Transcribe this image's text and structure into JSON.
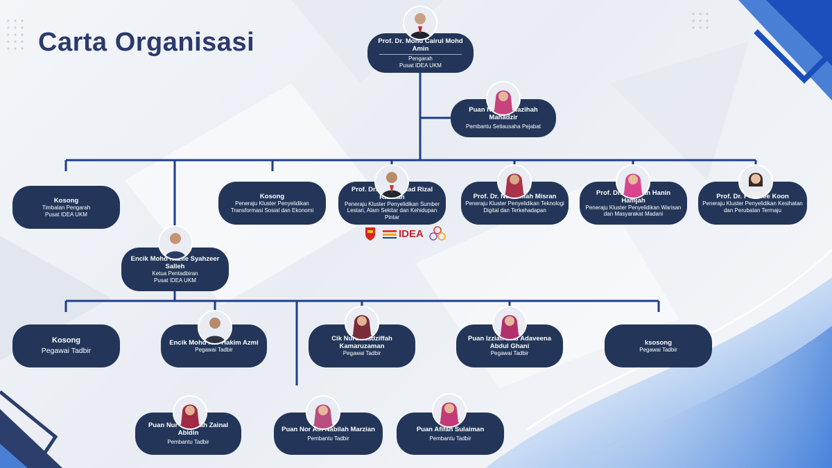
{
  "title": "Carta Organisasi",
  "colors": {
    "node_bg": "#233659",
    "line": "#1f3e8a",
    "title": "#2b3a6b"
  },
  "director": {
    "name": "Prof. Dr. Mohd Cairul Mohd Amin",
    "role": "Pengarah",
    "unit": "Pusat IDEA UKM"
  },
  "secretary": {
    "name": "Puan Nur'alia Nazihah Mahadzir",
    "role": "Pembantu Setiausaha Pejabat"
  },
  "level2": [
    {
      "name": "Kosong",
      "role": "Timbalan Pengarah",
      "unit": "Pusat IDEA UKM"
    },
    {
      "name": "Kosong",
      "role": "Peneraju Kluster Penyelidikan Transformasi Sosial dan Ekonomi"
    },
    {
      "name": "Prof. Dr. Muhammad Rizal Razman",
      "role": "Peneraju Kluster Penyelidikan Sumber Lestari, Alam Sekitar dan Kehidupan Pintar"
    },
    {
      "name": "Prof. Dr. Norbahiah Misran",
      "role": "Peneraju Kluster Penyelidikan Teknologi Digital dan Terkehadapan"
    },
    {
      "name": "Prof. Dr. Salasiah Hanin Hamjah",
      "role": "Peneraju Kluster Penyelidikan Warisan dan Masyarakat Madani"
    },
    {
      "name": "Prof. Dr. Poh Bee Koon",
      "role": "Peneraju Kluster Penyelidikan Kesihatan dan Perubatan Termaju"
    }
  ],
  "admin_head": {
    "name": "Encik Mohd Nazlie Syahzeer Salleh",
    "role": "Ketua Pentadbiran",
    "unit": "Pusat IDEA UKM"
  },
  "level4": [
    {
      "name": "Kosong",
      "role": "Pegawai Tadbir"
    },
    {
      "name": "Encik  Mohd Nur Hakim Azmi",
      "role": "Pegawai Tadbir"
    },
    {
      "name": "Cik Nurul Nadziffah Kamaruzaman",
      "role": "Pegawai Tadbir"
    },
    {
      "name": "Puan Izziati Mas Adaveena Abdul Ghani",
      "role": "Pegawai  Tadbir"
    },
    {
      "name": "ksosong",
      "role": "Pegawai Tadbir"
    }
  ],
  "level5": [
    {
      "name": "Puan Nur Syahirah  Zainal Abidin",
      "role": "Pembantu Tadbir"
    },
    {
      "name": "Puan Nor Ain Nabilah Marzian",
      "role": "Pembantu Tadbir"
    },
    {
      "name": "Puan Afifah Sulaiman",
      "role": "Pembantu Tadbir"
    }
  ],
  "logos": {
    "idea_text": "IDEA"
  },
  "icons": [
    "ukm-crest-icon",
    "idea-logo-icon",
    "cluster-circles-icon",
    "person-avatar-icon"
  ]
}
